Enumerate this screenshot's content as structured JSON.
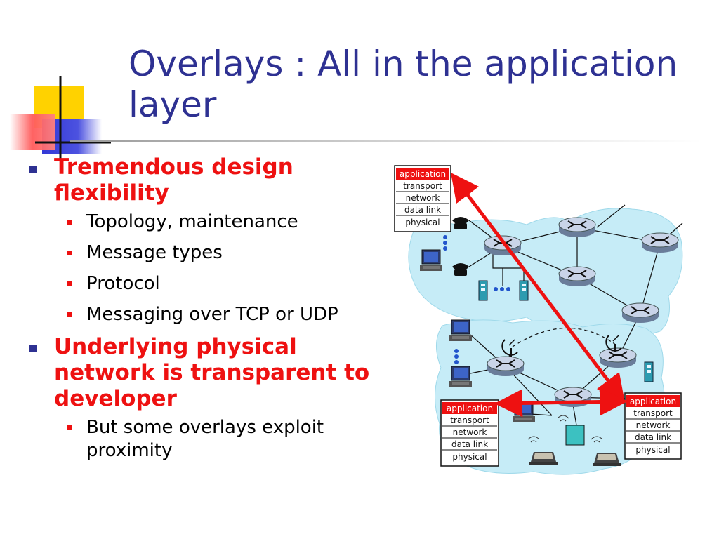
{
  "title": "Overlays : All in the application layer",
  "bullets": [
    {
      "text": "Tremendous design flexibility",
      "sub": [
        "Topology, maintenance",
        "Message types",
        "Protocol",
        "Messaging over TCP or UDP"
      ]
    },
    {
      "text": "Underlying physical network is transparent to developer",
      "sub": [
        "But some overlays exploit proximity"
      ]
    }
  ],
  "stack_layers": [
    "application",
    "transport",
    "network",
    "data link",
    "physical"
  ],
  "colors": {
    "title": "#2e3192",
    "bullet_text": "#ee1111",
    "arrow": "#ee1111",
    "cloud": "#c6ecf7"
  },
  "icons": [
    "router-icon",
    "telephone-icon",
    "computer-icon",
    "laptop-icon",
    "server-icon",
    "satellite-dish-icon"
  ]
}
